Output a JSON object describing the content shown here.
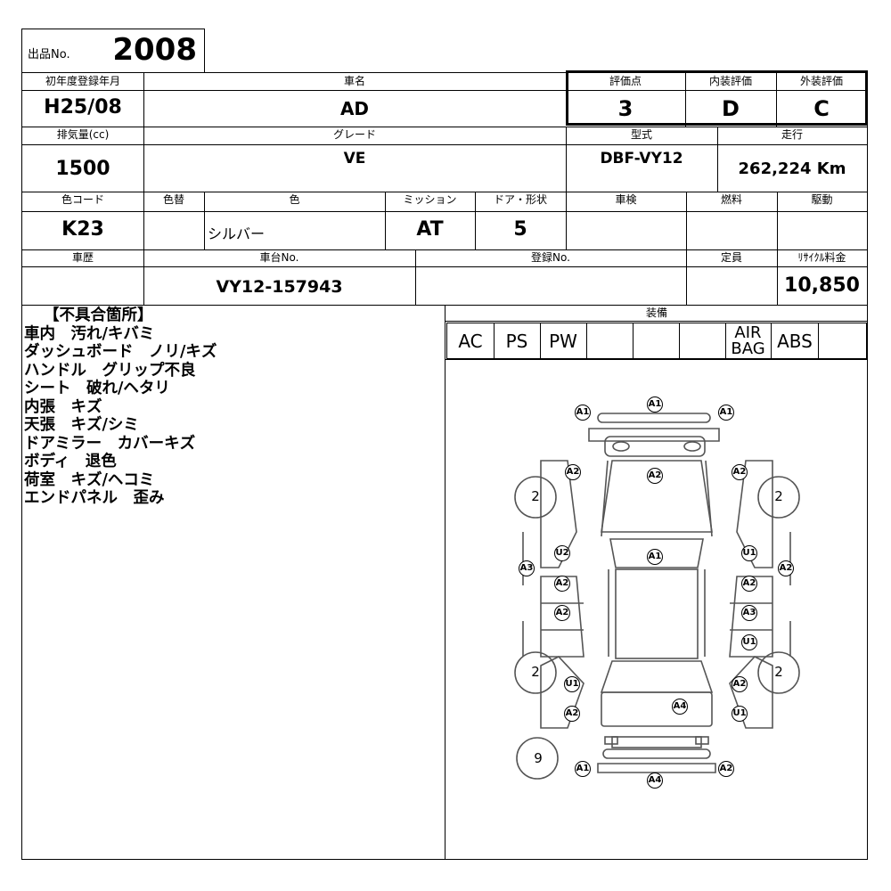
{
  "lot": {
    "label": "出品No.",
    "number": "2008"
  },
  "headers": {
    "first_reg": "初年度登録年月",
    "car_name": "車名",
    "score": "評価点",
    "interior": "内装評価",
    "exterior": "外装評価",
    "displacement": "排気量(cc)",
    "grade": "グレード",
    "model": "型式",
    "mileage": "走行",
    "color_code": "色コード",
    "color_change": "色替",
    "color": "色",
    "mission": "ミッション",
    "doors": "ドア・形状",
    "inspection": "車検",
    "fuel": "燃料",
    "drive": "駆動",
    "history": "車歴",
    "chassis": "車台No.",
    "reg_no": "登録No.",
    "capacity": "定員",
    "recycle": "ﾘｻｲｸﾙ料金"
  },
  "values": {
    "first_reg": "H25/08",
    "car_name": "AD",
    "score": "3",
    "interior": "D",
    "exterior": "C",
    "displacement": "1500",
    "grade": "VE",
    "model": "DBF-VY12",
    "mileage": "262,224 Km",
    "color_code": "K23",
    "color_change": "",
    "color": "シルバー",
    "mission": "AT",
    "doors": "5",
    "inspection": "",
    "fuel": "",
    "drive": "",
    "history": "",
    "chassis": "VY12-157943",
    "reg_no": "",
    "capacity": "",
    "recycle": "10,850"
  },
  "defects": {
    "title": "【不具合箇所】",
    "lines": [
      "車内　汚れ/キバミ",
      "ダッシュボード　ノリ/キズ",
      "ハンドル　グリップ不良",
      "シート　破れ/ヘタリ",
      "内張　キズ",
      "天張　キズ/シミ",
      "ドアミラー　カバーキズ",
      "ボディ　退色",
      "荷室　キズ/ヘコミ",
      "エンドパネル　歪み"
    ]
  },
  "equipment": {
    "label": "装備",
    "items": [
      "AC",
      "PS",
      "PW",
      "",
      "",
      "",
      "AIR BAG",
      "ABS",
      ""
    ]
  },
  "diagram": {
    "marks": [
      "A1",
      "A1",
      "A1",
      "A2",
      "A2",
      "A2",
      "2",
      "2",
      "A3",
      "U2",
      "A2",
      "A2",
      "A1",
      "U1",
      "A2",
      "A3",
      "U1",
      "A2",
      "2",
      "2",
      "U1",
      "A2",
      "A4",
      "A2",
      "U1",
      "9",
      "A1",
      "A4",
      "A2"
    ]
  }
}
